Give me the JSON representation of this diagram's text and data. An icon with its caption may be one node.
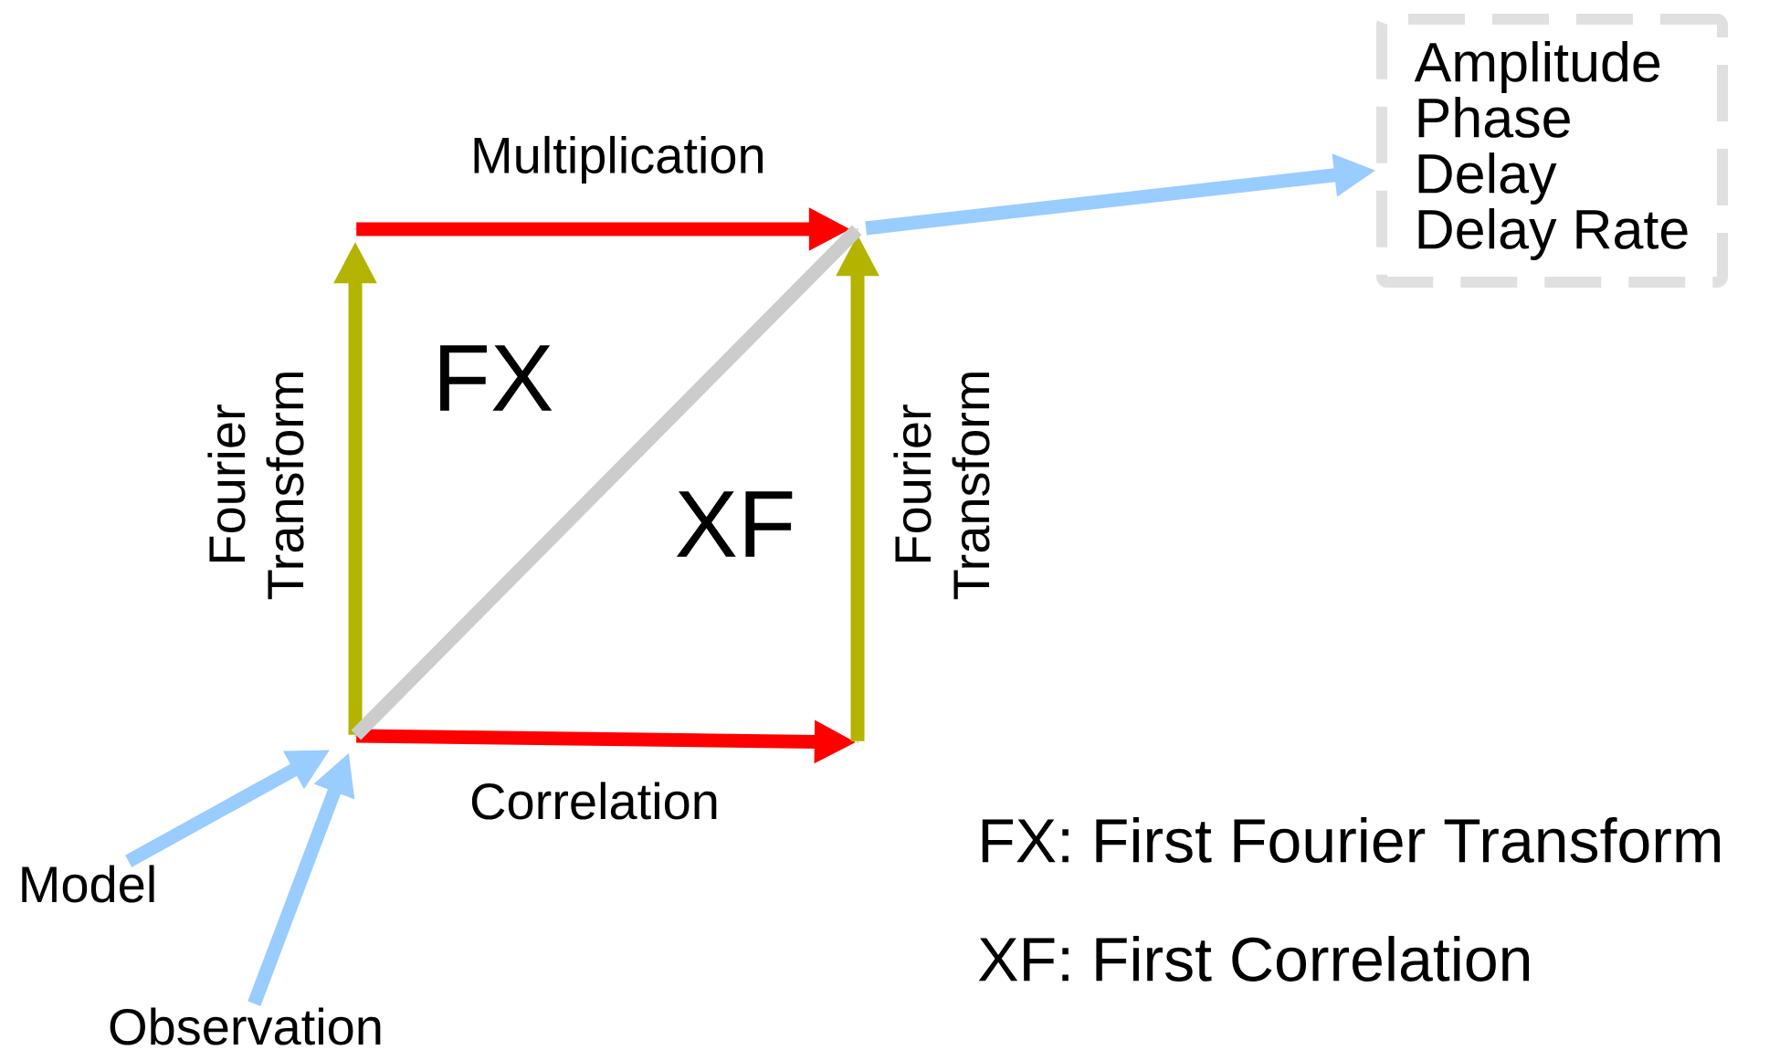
{
  "diagram": {
    "nodes": [
      {
        "text": [
          "Model"
        ]
      },
      {
        "text": [
          "Observation"
        ]
      },
      {
        "text": [
          "Amplitude",
          "Phase",
          "Delay",
          "Delay Rate"
        ]
      },
      {
        "text": [],
        "shape": "point"
      },
      {
        "text": [],
        "shape": "point"
      },
      {
        "text": [],
        "shape": "point"
      },
      {
        "text": [],
        "shape": "point"
      }
    ],
    "edges": [
      {
        "from": 0,
        "to": 3,
        "arrow": "to"
      },
      {
        "from": 1,
        "to": 3,
        "arrow": "to"
      },
      {
        "from": 4,
        "to": 5,
        "arrow": "to",
        "label": "Multiplication",
        "color": "#ff0000"
      },
      {
        "from": 3,
        "to": 6,
        "arrow": "to",
        "label": "Correlation",
        "color": "#ff0000"
      },
      {
        "from": 3,
        "to": 4,
        "arrow": "to",
        "label": "Fourier Transform",
        "color": "#b3b300"
      },
      {
        "from": 6,
        "to": 5,
        "arrow": "to",
        "label": "Fourier Transform",
        "color": "#b3b300"
      },
      {
        "from": 3,
        "to": 5,
        "arrow": "none",
        "color": "#cccccc"
      },
      {
        "from": 5,
        "to": 2,
        "arrow": "to"
      }
    ],
    "labels": [
      "FX",
      "XF",
      "FX: First Fourier Transform",
      "XF: First Correlation"
    ]
  }
}
